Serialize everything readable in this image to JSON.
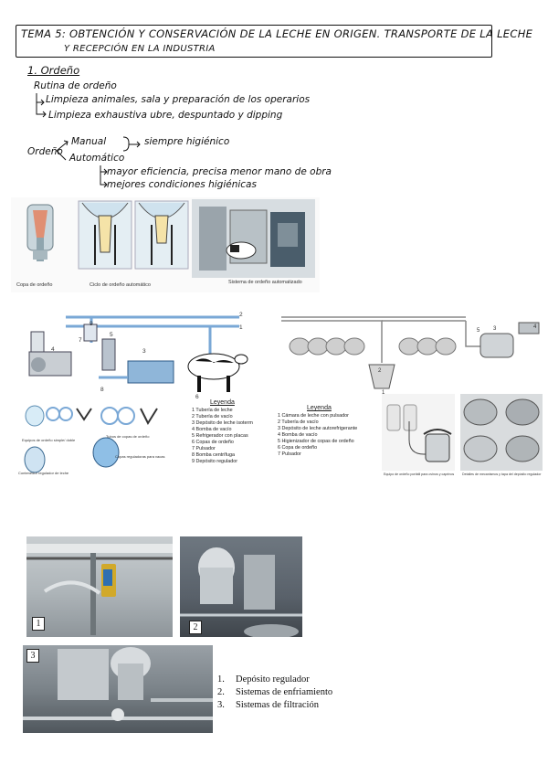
{
  "header": {
    "title_line1": "TEMA 5: OBTENCIÓN  Y CONSERVACIÓN  DE  LA  LECHE  EN  ORIGEN.  TRANSPORTE  DE  LA  LECHE",
    "title_line2": "Y RECEPCIÓN  EN  LA  INDUSTRIA"
  },
  "notes": {
    "section": "1. Ordeño",
    "routine": "Rutina de ordeño",
    "item1": "Limpieza animales, sala y preparación de los operarios",
    "item2": "Limpieza exhaustiva ubre, despuntado y dipping",
    "ordeno": "Ordeño",
    "manual": "Manual",
    "automatico": "Automático",
    "manual_note": "siempre higiénico",
    "auto1": "mayor eficiencia, precisa menor mano de obra",
    "auto2": "mejores condiciones higiénicas"
  },
  "fig1": {
    "cap_copa": "Copa de ordeño",
    "cap_ciclo": "Ciclo de ordeño automático",
    "cap_sistema": "Sistema de ordeño automatizado"
  },
  "fig2": {
    "numbers": [
      "1",
      "2",
      "3",
      "4",
      "5",
      "6",
      "7",
      "8",
      "9"
    ],
    "legend_title": "Leyenda",
    "legend": [
      "1  Tubería de leche",
      "2  Tubería de vacío",
      "3  Depósito de leche isoterm",
      "4  Bomba de vacío",
      "5  Refrigerador con placas",
      "6  Copas de ordeño",
      "7  Pulsador",
      "8  Bomba centrífuga",
      "9  Depósito regulador"
    ],
    "cap_a": "Equipos de ordeño simple/ doble",
    "cap_b": "Tubos de copas de ordeño",
    "cap_c": "Contenedor regulador de leche",
    "cap_d": "Copas reguladoras para vacas"
  },
  "fig3": {
    "numbers": [
      "1",
      "2",
      "3",
      "4",
      "5"
    ],
    "legend_title": "Leyenda",
    "legend": [
      "1  Cámara de leche con pulsador",
      "2  Tubería de vacío",
      "3  Depósito de leche autorefrigerante",
      "4  Bomba de vacío",
      "5  Higienizador de copas de ordeño",
      "6  Copa de ordeño",
      "7  Pulsador"
    ],
    "cap_a": "Equipo de ordeño portátil para ovinos y caprinos",
    "cap_b": "Detalles de mecanismos y tapa del depósito regulador"
  },
  "photos": {
    "labels": [
      "1",
      "2",
      "3"
    ],
    "list": [
      {
        "n": "1.",
        "t": "Depósito regulador"
      },
      {
        "n": "2.",
        "t": "Sistemas de enfriamiento"
      },
      {
        "n": "3.",
        "t": "Sistemas de filtración"
      }
    ]
  }
}
